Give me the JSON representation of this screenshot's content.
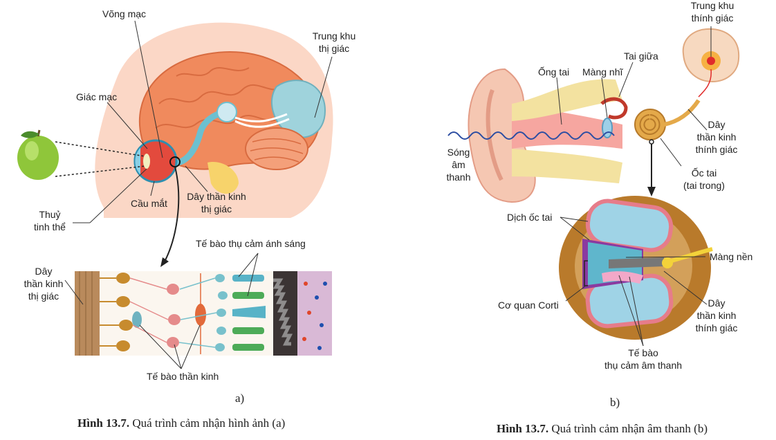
{
  "panel_a": {
    "labels": {
      "retina": "Võng mạc",
      "visual_cortex_l1": "Trung khu",
      "visual_cortex_l2": "thị giác",
      "cornea": "Giác mạc",
      "lens_l1": "Thuỷ",
      "lens_l2": "tinh thể",
      "eyeball": "Cầu mắt",
      "optic_nerve_l1": "Dây thần kinh",
      "optic_nerve_l2": "thị giác",
      "photoreceptors": "Tế bào thụ cảm ánh sáng",
      "nerve_l1": "Dây",
      "nerve_l2": "thần kinh",
      "nerve_l3": "thị giác",
      "neurons": "Tế bào thần kinh"
    },
    "sublabel": "a)",
    "caption_bold": "Hình 13.7.",
    "caption_text": " Quá trình cảm nhận hình ảnh (a)"
  },
  "panel_b": {
    "labels": {
      "auditory_cortex_l1": "Trung khu",
      "auditory_cortex_l2": "thính giác",
      "middle_ear": "Tai giữa",
      "ear_canal": "Ống tai",
      "eardrum": "Màng nhĩ",
      "sound_l1": "Sóng",
      "sound_l2": "âm",
      "sound_l3": "thanh",
      "aud_nerve_l1": "Dây",
      "aud_nerve_l2": "thần kinh",
      "aud_nerve_l3": "thính giác",
      "cochlea_l1": "Ốc tai",
      "cochlea_l2": "(tai trong)",
      "cochlear_fluid": "Dịch ốc tai",
      "basilar": "Màng nền",
      "corti": "Cơ quan Corti",
      "aud_nerve2_l1": "Dây",
      "aud_nerve2_l2": "thần kinh",
      "aud_nerve2_l3": "thính giác",
      "receptor_l1": "Tế bào",
      "receptor_l2": "thụ cảm âm thanh"
    },
    "sublabel": "b)",
    "caption_bold": "Hình 13.7.",
    "caption_text": " Quá trình cảm nhận âm thanh (b)"
  }
}
